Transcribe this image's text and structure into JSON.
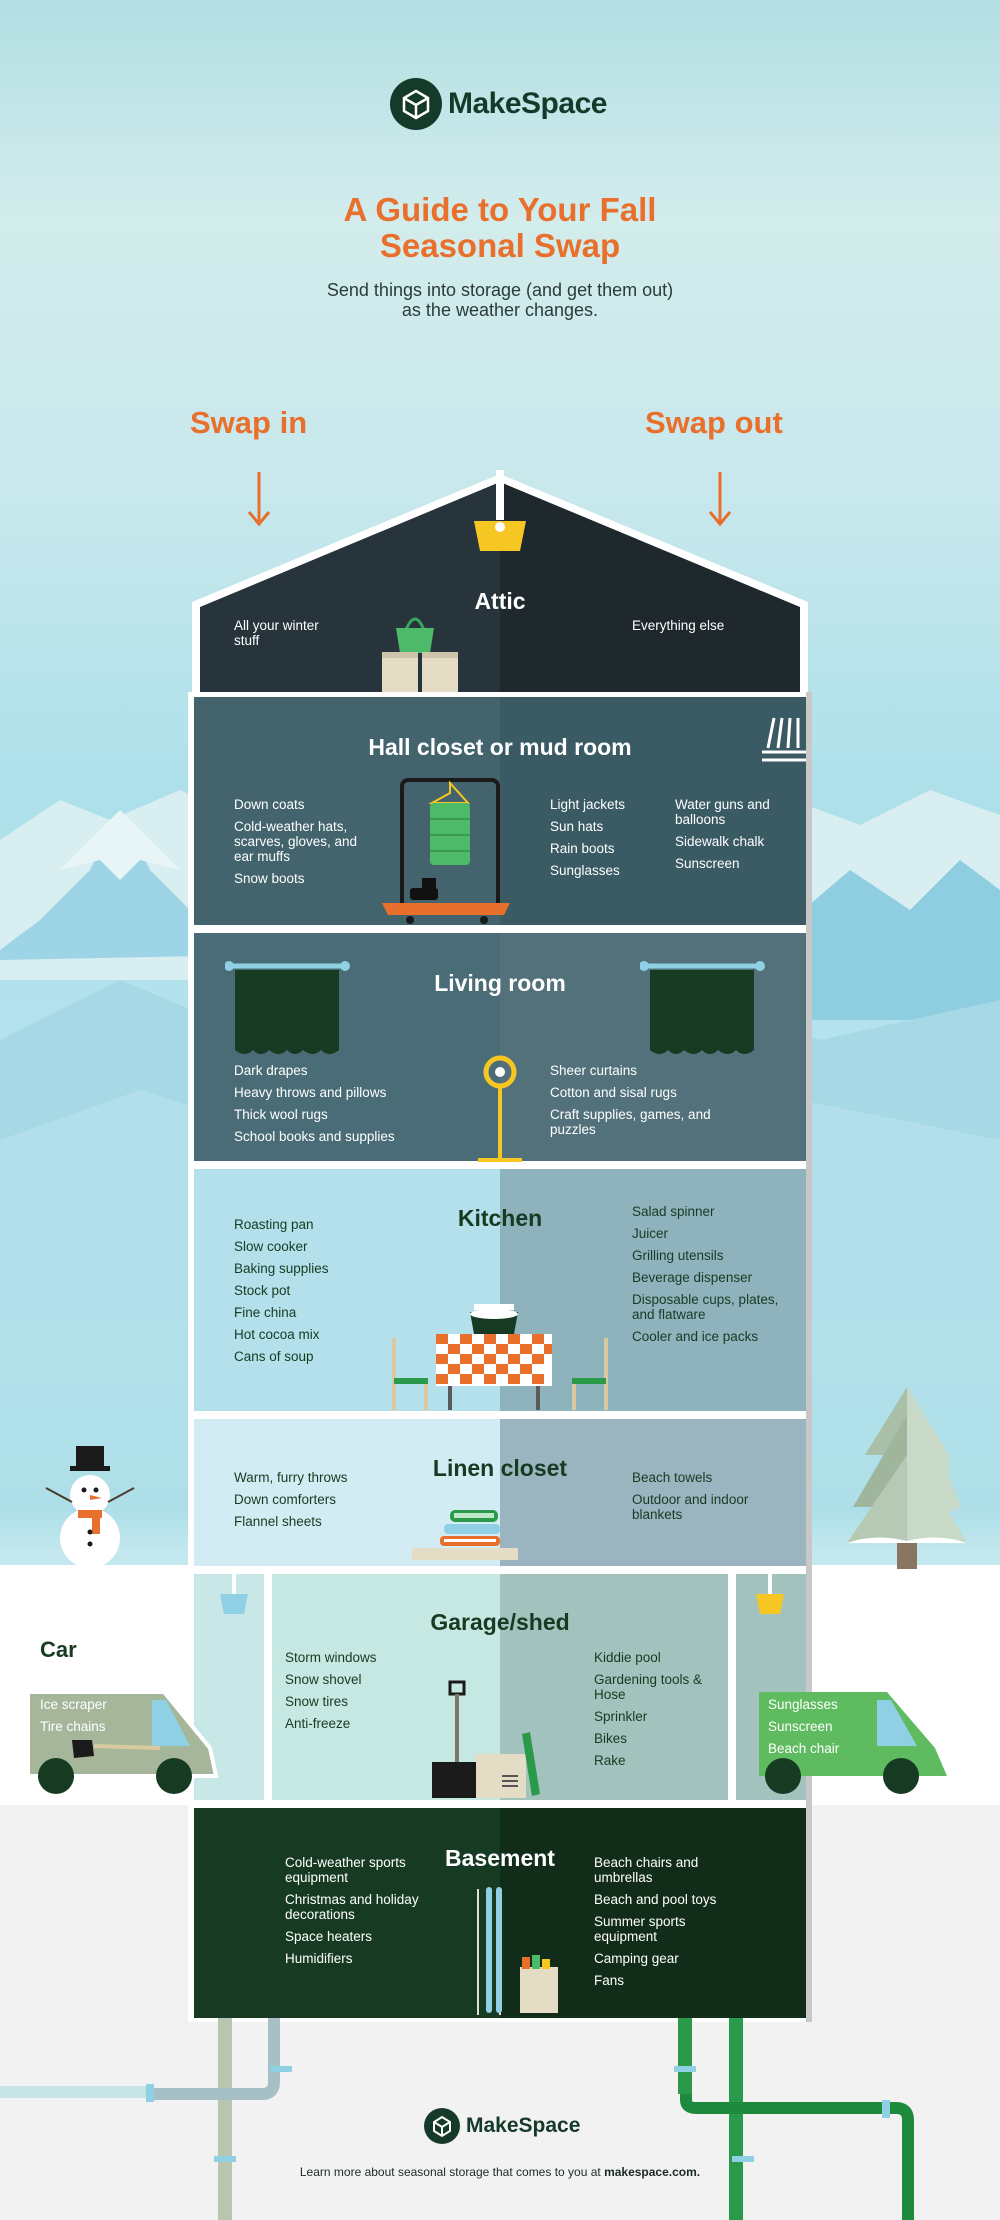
{
  "brand": {
    "name": "MakeSpace",
    "logo_icon": "box-icon"
  },
  "header": {
    "title_line1": "A Guide to Your Fall",
    "title_line2": "Seasonal Swap",
    "subtitle_line1": "Send things into storage (and get them out)",
    "subtitle_line2": "as the weather changes."
  },
  "columns": {
    "swap_in": "Swap in",
    "swap_out": "Swap out"
  },
  "rooms": {
    "attic": {
      "title": "Attic",
      "in": [
        "All your winter stuff"
      ],
      "out": [
        "Everything else"
      ]
    },
    "hall": {
      "title": "Hall closet or mud room",
      "in": [
        "Down coats",
        "Cold-weather hats, scarves, gloves, and ear muffs",
        "Snow boots"
      ],
      "out_a": [
        "Light jackets",
        "Sun hats",
        "Rain boots",
        "Sunglasses"
      ],
      "out_b": [
        "Water guns and balloons",
        "Sidewalk chalk",
        "Sunscreen"
      ]
    },
    "living": {
      "title": "Living room",
      "in": [
        "Dark drapes",
        "Heavy throws and pillows",
        "Thick wool rugs",
        "School books and supplies"
      ],
      "out": [
        "Sheer curtains",
        "Cotton and sisal rugs",
        "Craft supplies, games, and puzzles"
      ]
    },
    "kitchen": {
      "title": "Kitchen",
      "in": [
        "Roasting pan",
        "Slow cooker",
        "Baking supplies",
        "Stock pot",
        "Fine china",
        "Hot cocoa mix",
        "Cans of soup"
      ],
      "out": [
        "Salad spinner",
        "Juicer",
        "Grilling utensils",
        "Beverage dispenser",
        "Disposable cups, plates, and flatware",
        "Cooler and ice packs"
      ]
    },
    "linen": {
      "title": "Linen closet",
      "in": [
        "Warm, furry throws",
        "Down comforters",
        "Flannel sheets"
      ],
      "out": [
        "Beach towels",
        "Outdoor and indoor blankets"
      ]
    },
    "garage": {
      "title": "Garage/shed",
      "in": [
        "Storm windows",
        "Snow shovel",
        "Snow tires",
        "Anti-freeze"
      ],
      "out": [
        "Kiddie pool",
        "Gardening tools & Hose",
        "Sprinkler",
        "Bikes",
        "Rake"
      ]
    },
    "basement": {
      "title": "Basement",
      "in": [
        "Cold-weather sports equipment",
        "Christmas and holiday decorations",
        "Space heaters",
        "Humidifiers"
      ],
      "out": [
        "Beach chairs and umbrellas",
        "Beach and pool toys",
        "Summer sports equipment",
        "Camping gear",
        "Fans"
      ]
    }
  },
  "car": {
    "title": "Car",
    "in": [
      "Ice scraper",
      "Tire chains"
    ],
    "out": [
      "Sunglasses",
      "Sunscreen",
      "Beach chair"
    ]
  },
  "footer": {
    "text": "Learn more about seasonal storage that comes to you at ",
    "link": "makespace.com."
  },
  "colors": {
    "accent": "#e8702c",
    "brand_green": "#163a2a",
    "yellow": "#f6c623"
  }
}
